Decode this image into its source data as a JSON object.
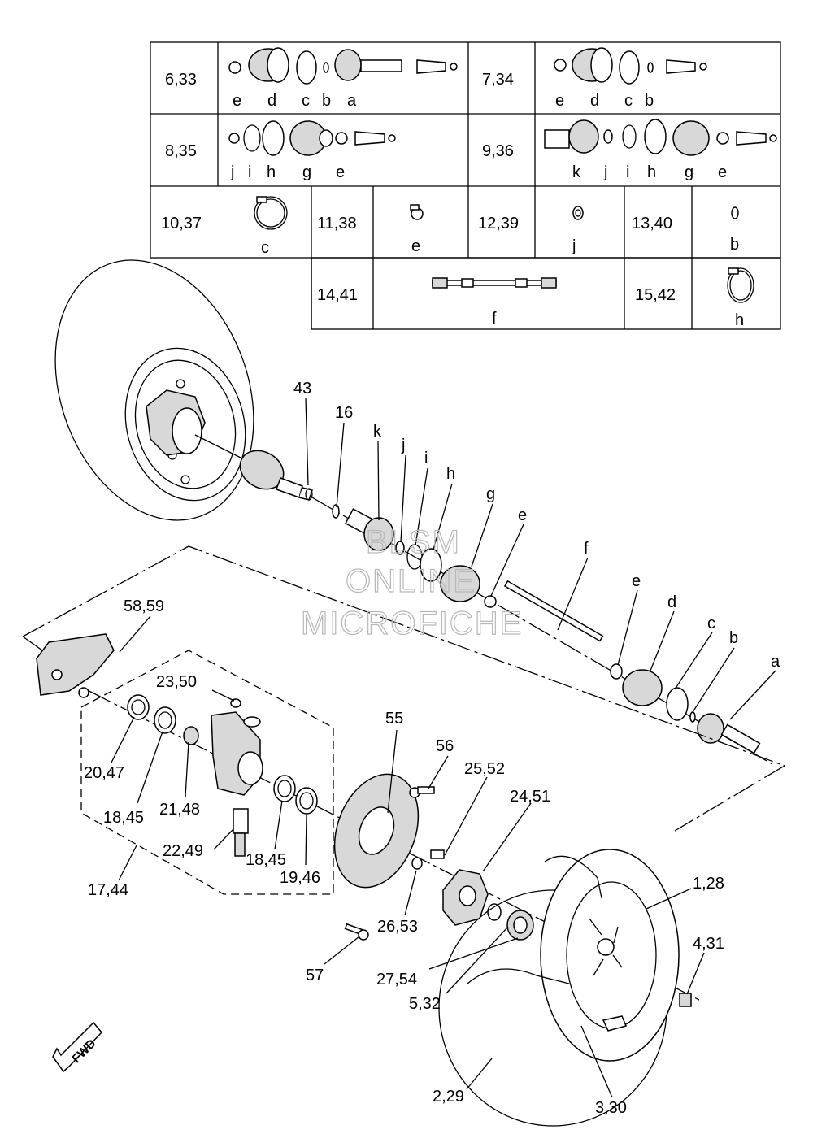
{
  "watermark": {
    "line1": "BLSM",
    "line2": "ONLINE",
    "line3": "MICROFICHE"
  },
  "direction_label": "FWD",
  "kit_table": {
    "rows": [
      {
        "cells": [
          {
            "ref": "6,33",
            "letters": [
              "e",
              "d",
              "c",
              "b",
              "a"
            ]
          },
          {
            "ref": "7,34",
            "letters": [
              "e",
              "d",
              "c",
              "b"
            ]
          }
        ]
      },
      {
        "cells": [
          {
            "ref": "8,35",
            "letters": [
              "j",
              "i",
              "h",
              "g",
              "e"
            ]
          },
          {
            "ref": "9,36",
            "letters": [
              "k",
              "j",
              "i",
              "h",
              "g",
              "e"
            ]
          }
        ]
      },
      {
        "cells": [
          {
            "ref": "10,37",
            "letters": [
              "c"
            ]
          },
          {
            "ref": "11,38",
            "letters": [
              "e"
            ]
          },
          {
            "ref": "12,39",
            "letters": [
              "j"
            ]
          },
          {
            "ref": "13,40",
            "letters": [
              "b"
            ]
          }
        ]
      },
      {
        "cells": [
          {
            "ref": "14,41",
            "letters": [
              "f"
            ]
          },
          {
            "ref": "15,42",
            "letters": [
              "h"
            ]
          }
        ]
      }
    ]
  },
  "callouts": [
    {
      "id": "c43",
      "text": "43"
    },
    {
      "id": "c16",
      "text": "16"
    },
    {
      "id": "ck",
      "text": "k"
    },
    {
      "id": "cj",
      "text": "j"
    },
    {
      "id": "ci",
      "text": "i"
    },
    {
      "id": "ch",
      "text": "h"
    },
    {
      "id": "cg",
      "text": "g"
    },
    {
      "id": "ce1",
      "text": "e"
    },
    {
      "id": "cf",
      "text": "f"
    },
    {
      "id": "ce2",
      "text": "e"
    },
    {
      "id": "cd",
      "text": "d"
    },
    {
      "id": "cc",
      "text": "c"
    },
    {
      "id": "cb",
      "text": "b"
    },
    {
      "id": "ca",
      "text": "a"
    },
    {
      "id": "c5859",
      "text": "58,59"
    },
    {
      "id": "c2350",
      "text": "23,50"
    },
    {
      "id": "c2047",
      "text": "20,47"
    },
    {
      "id": "c1845a",
      "text": "18,45"
    },
    {
      "id": "c2148",
      "text": "21,48"
    },
    {
      "id": "c2249",
      "text": "22,49"
    },
    {
      "id": "c1845b",
      "text": "18,45"
    },
    {
      "id": "c1946",
      "text": "19,46"
    },
    {
      "id": "c1744",
      "text": "17,44"
    },
    {
      "id": "c55",
      "text": "55"
    },
    {
      "id": "c56",
      "text": "56"
    },
    {
      "id": "c2552",
      "text": "25,52"
    },
    {
      "id": "c2451",
      "text": "24,51"
    },
    {
      "id": "c2653",
      "text": "26,53"
    },
    {
      "id": "c57",
      "text": "57"
    },
    {
      "id": "c2754",
      "text": "27,54"
    },
    {
      "id": "c532",
      "text": "5,32"
    },
    {
      "id": "c128",
      "text": "1,28"
    },
    {
      "id": "c431",
      "text": "4,31"
    },
    {
      "id": "c229",
      "text": "2,29"
    },
    {
      "id": "c330",
      "text": "3,30"
    }
  ]
}
